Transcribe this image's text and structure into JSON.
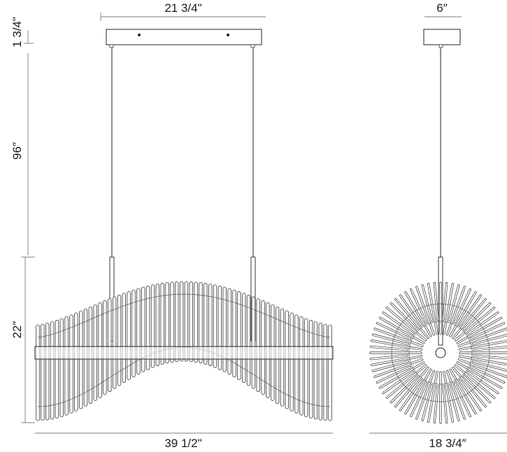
{
  "front_view": {
    "canopy_width": "21 3/4\"",
    "canopy_height": "1 3/4\"",
    "suspension_length": "96″",
    "fixture_height": "22″",
    "overall_width": "39 1/2\""
  },
  "side_view": {
    "canopy_width": "6″",
    "diameter": "18  3/4″"
  }
}
